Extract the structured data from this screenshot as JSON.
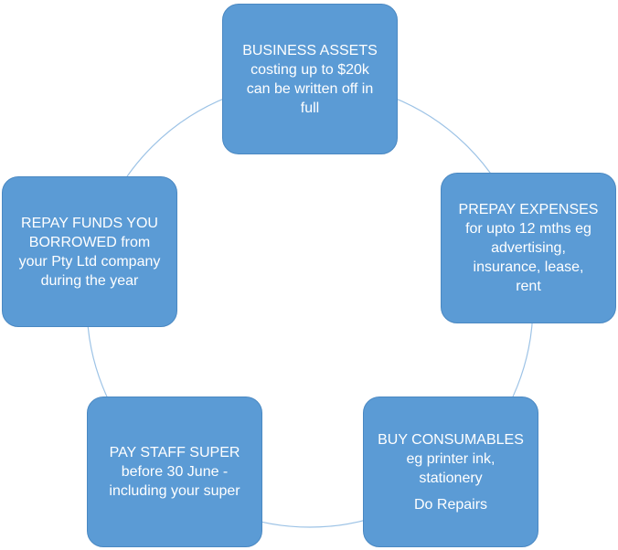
{
  "diagram": {
    "ring_color": "#9dc3e6",
    "node_fill": "#5b9bd5",
    "node_text_color": "#ffffff",
    "nodes": [
      {
        "id": "assets",
        "lines": [
          "BUSINESS ASSETS",
          "costing up to $20k",
          "can be written off in",
          "full"
        ]
      },
      {
        "id": "prepay",
        "lines": [
          "PREPAY EXPENSES",
          "for upto 12 mths eg",
          "advertising,",
          "insurance, lease,",
          "rent"
        ]
      },
      {
        "id": "consumables",
        "lines": [
          "BUY CONSUMABLES",
          "eg printer ink,",
          "stationery"
        ],
        "extra": "Do Repairs"
      },
      {
        "id": "super",
        "lines": [
          "PAY STAFF SUPER",
          "before 30 June -",
          "including your super"
        ]
      },
      {
        "id": "repay",
        "lines": [
          "REPAY FUNDS YOU",
          "BORROWED from",
          "your Pty Ltd company",
          "during the year"
        ]
      }
    ]
  }
}
